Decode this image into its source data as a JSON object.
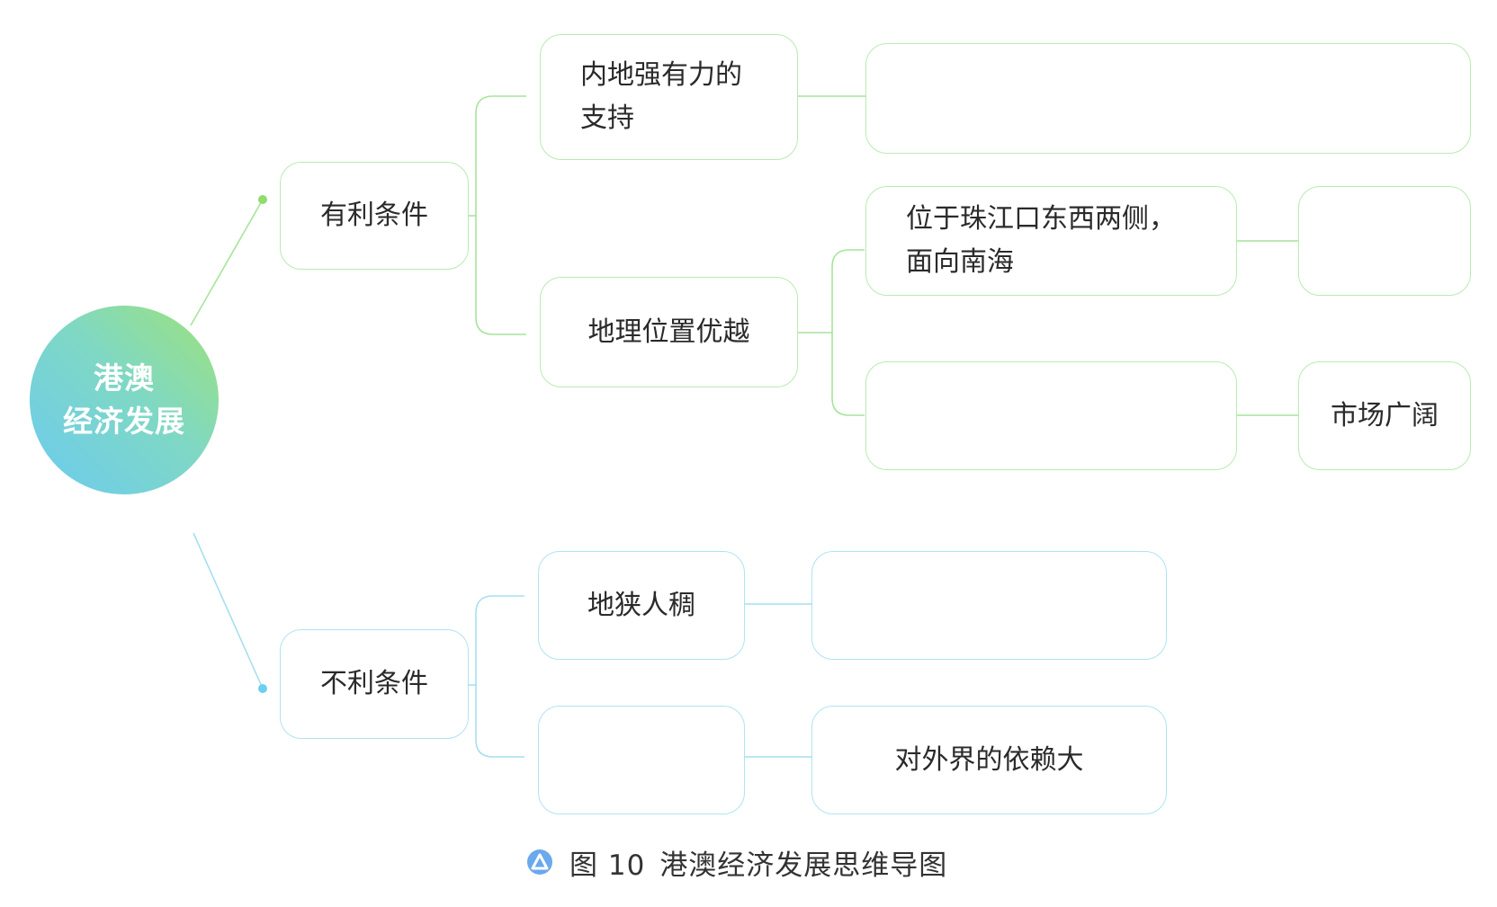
{
  "diagram": {
    "root": {
      "line1": "港澳",
      "line2": "经济发展"
    },
    "favorable": {
      "label": "有利条件",
      "support": {
        "label": "内地强有力的\n支持",
        "detail": ""
      },
      "location": {
        "label": "地理位置优越",
        "pearl": {
          "label": "位于珠江口东西两侧，\n面向南海",
          "result": ""
        },
        "market": {
          "label": "",
          "result": "市场广阔"
        }
      }
    },
    "unfavorable": {
      "label": "不利条件",
      "land": {
        "label": "地狭人稠",
        "detail": ""
      },
      "dependence": {
        "label": "",
        "detail": "对外界的依赖大"
      }
    }
  },
  "caption": {
    "figure": "图 10",
    "title": "港澳经济发展思维导图"
  },
  "colors": {
    "green_line": "#a6e49a",
    "blue_line": "#a6dff0",
    "root_green": "#9ee27a",
    "root_blue": "#6bcbf0",
    "caption_icon": "#6aa9ec"
  }
}
